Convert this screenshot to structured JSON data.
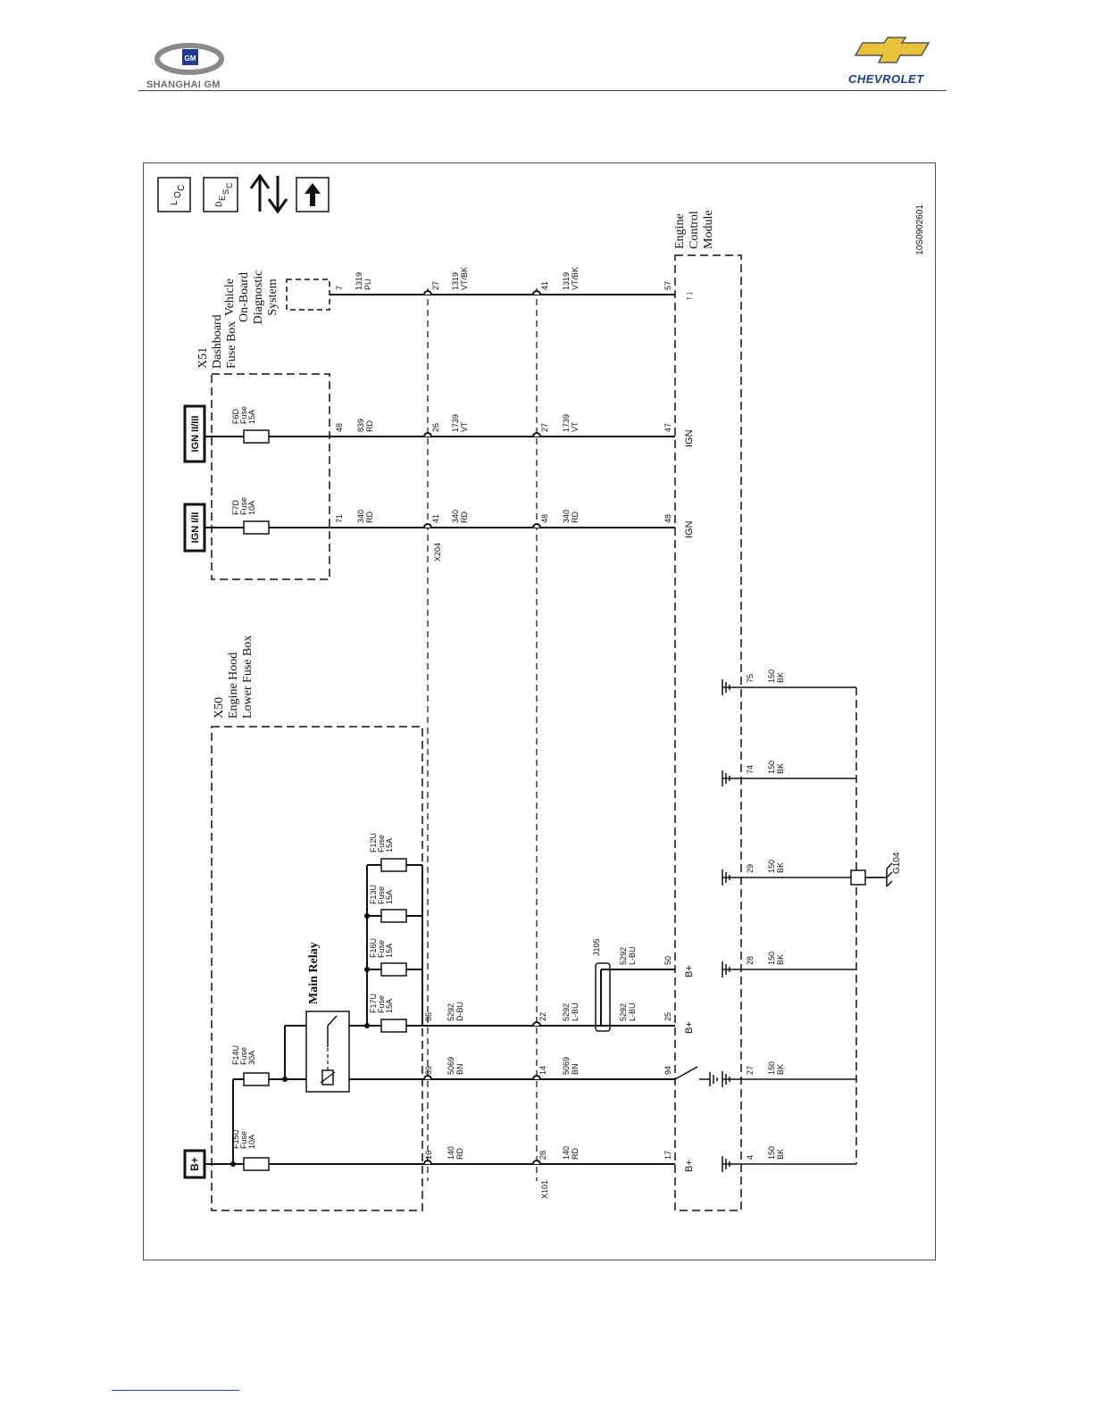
{
  "header": {
    "left_logo_text": "SHANGHAI GM",
    "left_emblem_text": "GM",
    "right_logo_text": "CHEVROLET"
  },
  "icons": {
    "loc": {
      "l1": "L",
      "l2": "O",
      "l3": "C"
    },
    "desc": {
      "l1": "D",
      "l2": "E",
      "l3": "S",
      "l4": "C"
    }
  },
  "diagram_id": "10S0902601",
  "components": {
    "x50": {
      "l1": "X50",
      "l2": "Engine Hood",
      "l3": "Lower Fuse Box"
    },
    "x51": {
      "l1": "X51",
      "l2": "Dashboard",
      "l3": "Fuse Box"
    },
    "obd": {
      "l1": "Vehicle",
      "l2": "On-Board",
      "l3": "Diagnostic",
      "l4": "System"
    },
    "ecm": {
      "l1": "Engine",
      "l2": "Control",
      "l3": "Module"
    },
    "main_relay": "Main Relay"
  },
  "power_sources": {
    "bplus": "B+",
    "ign1": "IGN I/II",
    "ign2": "IGN II/III"
  },
  "fuses": {
    "f15u": {
      "name": "F15U",
      "word": "Fuse",
      "rating": "10A"
    },
    "f14u": {
      "name": "F14U",
      "word": "Fuse",
      "rating": "30A"
    },
    "f17u": {
      "name": "F17U",
      "word": "Fuse",
      "rating": "15A"
    },
    "f16u": {
      "name": "F16U",
      "word": "Fuse",
      "rating": "15A"
    },
    "f13u": {
      "name": "F13U",
      "word": "Fuse",
      "rating": "15A"
    },
    "f12u": {
      "name": "F12U",
      "word": "Fuse",
      "rating": "15A"
    },
    "f7d": {
      "name": "F7D",
      "word": "Fuse",
      "rating": "10A"
    },
    "f6d": {
      "name": "F6D",
      "word": "Fuse",
      "rating": "15A"
    }
  },
  "connectors": {
    "x101": "X101",
    "x204": "X204",
    "j105": "J105",
    "g104": "G104"
  },
  "pins": {
    "x50_16": "16",
    "x50_39": "39",
    "x50_86": "86",
    "x101_28": "28",
    "x101_14": "14",
    "x101_22": "22",
    "x51_71": "71",
    "x51_48": "48",
    "obd_7": "7",
    "x204_41": "41",
    "x204_26": "26",
    "x204_27": "27",
    "x204b_48": "48",
    "x204b_27": "27",
    "x204b_41": "41",
    "ecm_17": "17",
    "ecm_94": "94",
    "ecm_25": "25",
    "ecm_50": "50",
    "ecm_48": "48",
    "ecm_47": "47",
    "ecm_57": "57",
    "ecm_4": "4",
    "ecm_27": "27",
    "ecm_28": "28",
    "ecm_29": "29",
    "ecm_74": "74",
    "ecm_75": "75"
  },
  "ecm_labels": {
    "bplus_17": "B+",
    "bplus_25": "B+",
    "bplus_50": "B+",
    "ign_48": "IGN",
    "ign_47": "IGN",
    "data_57": "↑↓"
  },
  "wires": {
    "w140_a": {
      "circuit": "140",
      "color": "RD"
    },
    "w140_b": {
      "circuit": "140",
      "color": "RD"
    },
    "w5069_a": {
      "circuit": "5069",
      "color": "BN"
    },
    "w5069_b": {
      "circuit": "5069",
      "color": "BN"
    },
    "w5292_a": {
      "circuit": "5292",
      "color": "D-BU"
    },
    "w5292_b": {
      "circuit": "5292",
      "color": "L-BU"
    },
    "w5292_c": {
      "circuit": "5292",
      "color": "L-BU"
    },
    "w5292_d": {
      "circuit": "5292",
      "color": "L-BU"
    },
    "w340_a": {
      "circuit": "340",
      "color": "RD"
    },
    "w340_b": {
      "circuit": "340",
      "color": "RD"
    },
    "w340_c": {
      "circuit": "340",
      "color": "RD"
    },
    "w839": {
      "circuit": "839",
      "color": "RD"
    },
    "w1739_a": {
      "circuit": "1739",
      "color": "VT"
    },
    "w1739_b": {
      "circuit": "1739",
      "color": "VT"
    },
    "w1319_a": {
      "circuit": "1319",
      "color": "PU"
    },
    "w1319_b": {
      "circuit": "1319",
      "color": "VT/BK"
    },
    "w1319_c": {
      "circuit": "1319",
      "color": "VT/BK"
    },
    "g1": {
      "circuit": "150",
      "color": "BK"
    },
    "g2": {
      "circuit": "150",
      "color": "BK"
    },
    "g3": {
      "circuit": "150",
      "color": "BK"
    },
    "g4": {
      "circuit": "150",
      "color": "BK"
    },
    "g5": {
      "circuit": "150",
      "color": "BK"
    },
    "g6": {
      "circuit": "150",
      "color": "BK"
    }
  }
}
